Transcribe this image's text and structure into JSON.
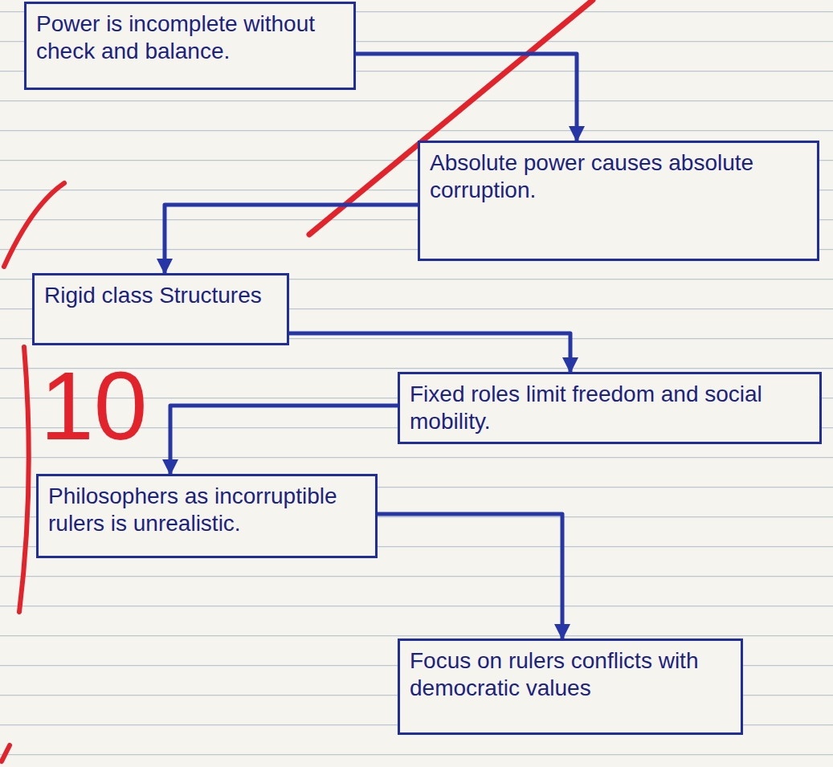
{
  "diagram": {
    "nodes": [
      {
        "text": [
          "Power is incomplete without check and balance."
        ]
      },
      {
        "text": [
          "Absolute power causes absolute corruption."
        ]
      },
      {
        "text": [
          "Rigid class Structures"
        ]
      },
      {
        "text": [
          "Fixed roles limit freedom and social mobility."
        ]
      },
      {
        "text": [
          "Philosophers as incorruptible rulers is unrealistic."
        ]
      },
      {
        "text": [
          "Focus on rulers conflicts with democratic values"
        ]
      }
    ],
    "edges": [
      {
        "from": 0,
        "to": 1,
        "arrow": "to"
      },
      {
        "from": 1,
        "to": 2,
        "arrow": "to"
      },
      {
        "from": 2,
        "to": 3,
        "arrow": "to"
      },
      {
        "from": 3,
        "to": 4,
        "arrow": "to"
      },
      {
        "from": 4,
        "to": 5,
        "arrow": "to"
      }
    ],
    "labels": [
      "10"
    ]
  }
}
